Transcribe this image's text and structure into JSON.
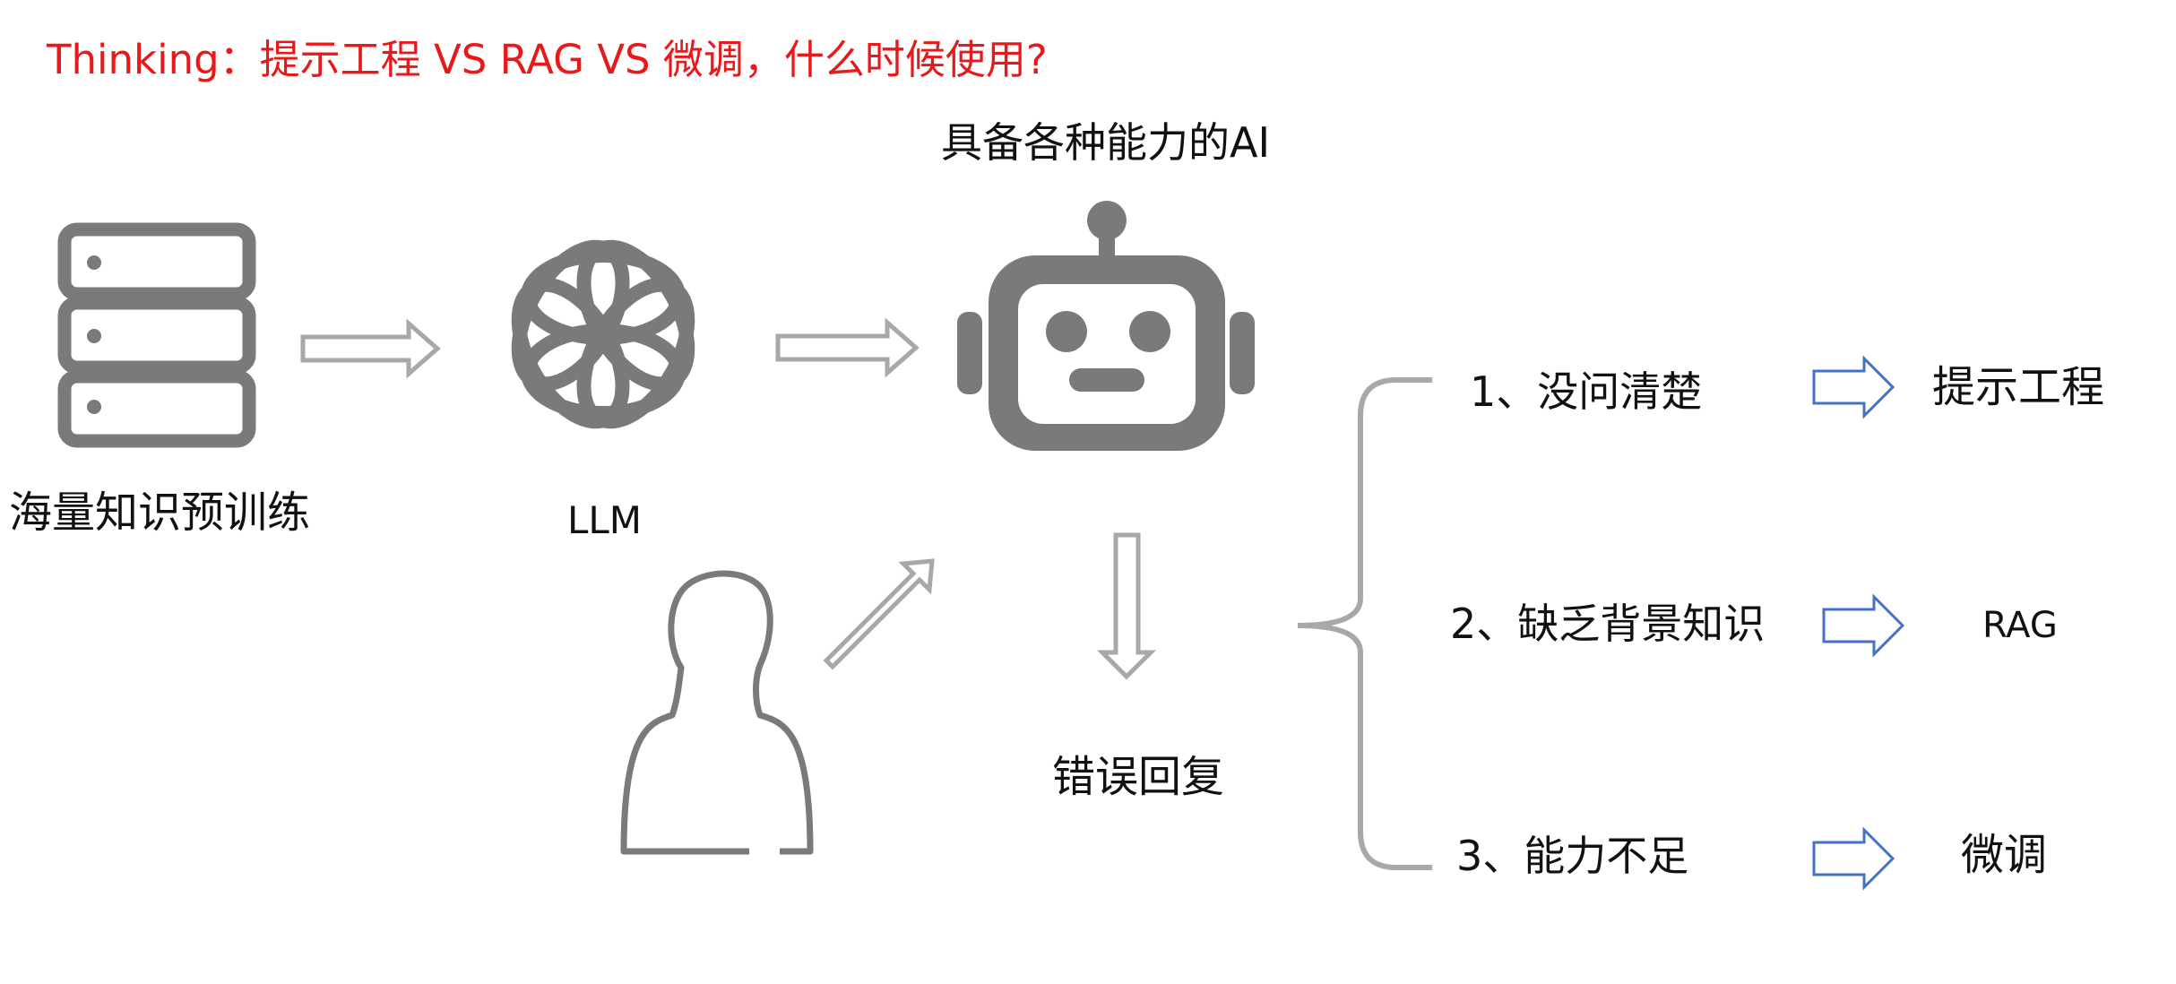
{
  "title": "Thinking：提示工程 VS RAG VS 微调，什么时候使用?",
  "colors": {
    "title": "#e8191b",
    "icon": "#7a7a7a",
    "arrow_outline": "#a8a8a8",
    "result_arrow": "#4472c4",
    "text": "#111111"
  },
  "nodes": {
    "pretraining": {
      "label": "海量知识预训练",
      "icon": "server-icon"
    },
    "llm": {
      "label": "LLM",
      "icon": "openai-logo-icon"
    },
    "ai": {
      "label": "具备各种能力的AI",
      "icon": "robot-icon"
    },
    "user": {
      "icon": "user-icon"
    },
    "error": {
      "label": "错误回复"
    }
  },
  "causes": [
    {
      "label": "1、没问清楚",
      "solution": "提示工程"
    },
    {
      "label": "2、缺乏背景知识",
      "solution": "RAG"
    },
    {
      "label": "3、能力不足",
      "solution": "微调"
    }
  ]
}
